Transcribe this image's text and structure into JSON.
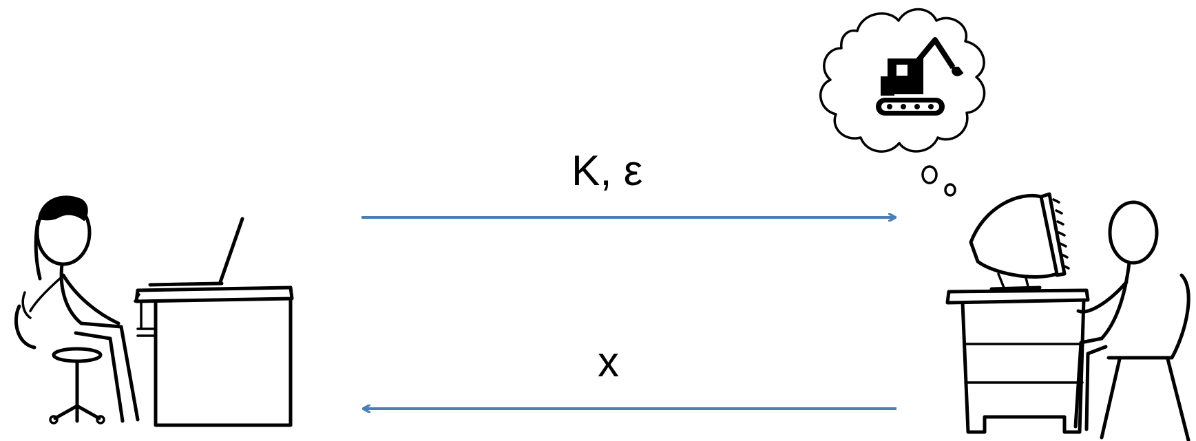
{
  "diagram": {
    "messages": [
      {
        "label": "K, ε",
        "direction": "left-to-right"
      },
      {
        "label": "x",
        "direction": "right-to-left"
      }
    ],
    "colors": {
      "arrow": "#4a7ebb",
      "ink": "#000000",
      "background": "#ffffff"
    },
    "icons": {
      "left_party": "person-at-laptop-desk-icon",
      "right_party": "person-at-computer-desk-icon",
      "thought": "thought-bubble-icon",
      "thought_content": "excavator-icon"
    }
  }
}
